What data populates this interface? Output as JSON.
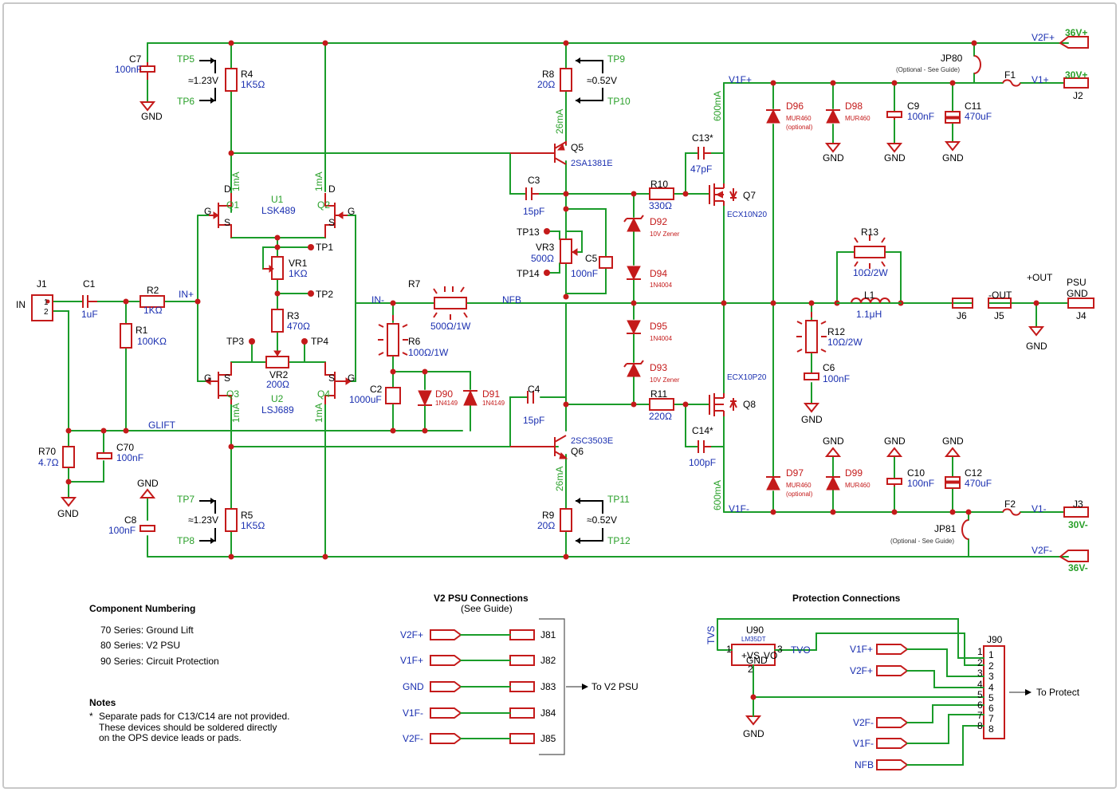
{
  "schematic": {
    "refs": {
      "C1": "C1",
      "C2": "C2",
      "C3": "C3",
      "C4": "C4",
      "C5": "C5",
      "C6": "C6",
      "C7": "C7",
      "C8": "C8",
      "C9": "C9",
      "C10": "C10",
      "C11": "C11",
      "C12": "C12",
      "C13": "C13*",
      "C14": "C14*",
      "C70": "C70",
      "R1": "R1",
      "R2": "R2",
      "R3": "R3",
      "R4": "R4",
      "R5": "R5",
      "R6": "R6",
      "R7": "R7",
      "R8": "R8",
      "R9": "R9",
      "R10": "R10",
      "R11": "R11",
      "R12": "R12",
      "R13": "R13",
      "R70": "R70",
      "VR1": "VR1",
      "VR2": "VR2",
      "VR3": "VR3",
      "L1": "L1",
      "F1": "F1",
      "F2": "F2",
      "Q1": "Q1",
      "Q2": "Q2",
      "Q3": "Q3",
      "Q4": "Q4",
      "Q5": "Q5",
      "Q6": "Q6",
      "Q7": "Q7",
      "Q8": "Q8",
      "U1": "U1",
      "U2": "U2",
      "U90": "U90",
      "D90": "D90",
      "D91": "D91",
      "D92": "D92",
      "D93": "D93",
      "D94": "D94",
      "D95": "D95",
      "D96": "D96",
      "D97": "D97",
      "D98": "D98",
      "D99": "D99",
      "J1": "J1",
      "J2": "J2",
      "J3": "J3",
      "J4": "J4",
      "J5": "J5",
      "J6": "J6",
      "J90": "J90",
      "JP80": "JP80",
      "JP81": "JP81"
    },
    "values": {
      "C1": "1uF",
      "C2": "1000uF",
      "C3": "15pF",
      "C4": "15pF",
      "C5": "100nF",
      "C6": "100nF",
      "C7": "100nF",
      "C8": "100nF",
      "C9": "100nF",
      "C10": "100nF",
      "C11": "470uF",
      "C12": "470uF",
      "C13": "47pF",
      "C14": "100pF",
      "C70": "100nF",
      "R1": "100KΩ",
      "R2": "1KΩ",
      "R3": "470Ω",
      "R4": "1K5Ω",
      "R5": "1K5Ω",
      "R6": "100Ω/1W",
      "R7": "500Ω/1W",
      "R8": "20Ω",
      "R9": "20Ω",
      "R10": "330Ω",
      "R11": "220Ω",
      "R12": "10Ω/2W",
      "R13": "10Ω/2W",
      "R70": "4.7Ω",
      "VR1": "1KΩ",
      "VR2": "200Ω",
      "VR3": "500Ω",
      "L1": "1.1μH",
      "U1": "LSK489",
      "U2": "LSJ689",
      "Q5": "2SA1381E",
      "Q6": "2SC3503E",
      "Q7": "ECX10N20",
      "Q8": "ECX10P20",
      "U90": "LM35DT",
      "D90": "1N4149",
      "D91": "1N4149",
      "D92": "10V Zener",
      "D93": "10V Zener",
      "D94": "1N4004",
      "D95": "1N4004",
      "D96": "MUR460",
      "D97": "MUR460",
      "D98": "MUR460",
      "D99": "MUR460",
      "optional": "(optional)"
    },
    "testpoints": {
      "TP1": "TP1",
      "TP2": "TP2",
      "TP3": "TP3",
      "TP4": "TP4",
      "TP5": "TP5",
      "TP6": "TP6",
      "TP7": "TP7",
      "TP8": "TP8",
      "TP9": "TP9",
      "TP10": "TP10",
      "TP11": "TP11",
      "TP12": "TP12",
      "TP13": "TP13",
      "TP14": "TP14"
    },
    "measurements": {
      "v123": "≈1.23V",
      "v052": "≈0.52V",
      "i1mA": "1mA",
      "i26mA": "26mA",
      "i600mA": "600mA"
    },
    "nets": {
      "IN": "IN",
      "INp": "IN+",
      "INm": "IN-",
      "NFB": "NFB",
      "GLIFT": "GLIFT",
      "V1Fp": "V1F+",
      "V1Fm": "V1F-",
      "V2Fp": "V2F+",
      "V2Fm": "V2F-",
      "V1p": "V1+",
      "V1m": "V1-",
      "GND": "GND",
      "OUTp": "+OUT",
      "OUTm": "-OUT",
      "PSU": "PSU",
      "PSUGND": "GND",
      "TVS": "TVS",
      "TVO": "TVO",
      "V36p": "36V+",
      "V36m": "36V-",
      "V30p": "30V+",
      "V30m": "30V-"
    },
    "pins": {
      "D": "D",
      "G": "G",
      "S": "S",
      "p1": "1",
      "p2": "2",
      "p3": "3",
      "p4": "4",
      "p5": "5",
      "p6": "6",
      "p7": "7",
      "p8": "8",
      "VS": "+VS",
      "VO": "VO",
      "UGND": "GND"
    },
    "jumper_note": "(Optional - See Guide)"
  },
  "numbering": {
    "title": "Component Numbering",
    "items": [
      "70 Series: Ground Lift",
      "80 Series: V2 PSU",
      "90 Series:  Circuit Protection"
    ]
  },
  "notes": {
    "title": "Notes",
    "star": "*",
    "lines": [
      "Separate pads for C13/C14 are not provided.",
      "These devices should be soldered directly",
      "on the OPS device leads or pads."
    ]
  },
  "v2psu": {
    "title": "V2 PSU Connections",
    "subtitle": "(See Guide)",
    "rows": [
      {
        "net": "V2F+",
        "j": "J81"
      },
      {
        "net": "V1F+",
        "j": "J82"
      },
      {
        "net": "GND",
        "j": "J83"
      },
      {
        "net": "V1F-",
        "j": "J84"
      },
      {
        "net": "V2F-",
        "j": "J85"
      }
    ],
    "target": "To V2 PSU"
  },
  "protection": {
    "title": "Protection Connections",
    "nets": [
      "V1F+",
      "V2F+",
      "V2F-",
      "V1F-",
      "NFB"
    ],
    "header": "J90",
    "target": "To Protect"
  }
}
